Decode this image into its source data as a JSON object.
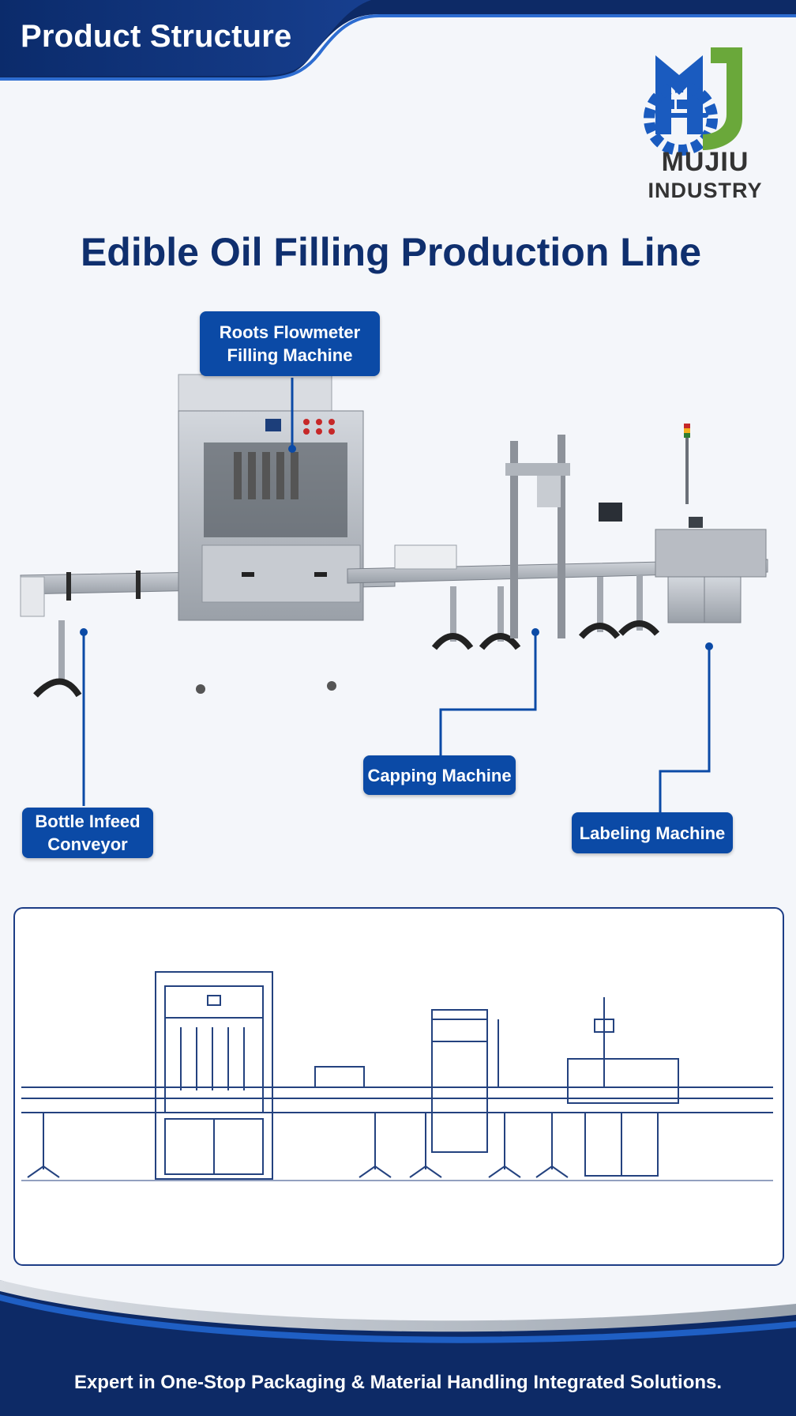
{
  "header": {
    "title": "Product Structure"
  },
  "brand": {
    "line1": "MUJIU",
    "line2": "INDUSTRY",
    "logo_icon": "mujiu-m-logo-icon"
  },
  "main_title": "Edible Oil Filling Production Line",
  "callouts": {
    "filling": [
      "Roots Flowmeter",
      "Filling Machine"
    ],
    "infeed": [
      "Bottle Infeed",
      "Conveyor"
    ],
    "capping": "Capping Machine",
    "labeling": "Labeling Machine"
  },
  "footer": {
    "text": "Expert in One-Stop Packaging & Material Handling Integrated Solutions."
  },
  "colors": {
    "navy": "#0f2f6e",
    "accent_blue": "#0b4aa6",
    "logo_green": "#6aa83a",
    "steel": "#b9bec6"
  }
}
